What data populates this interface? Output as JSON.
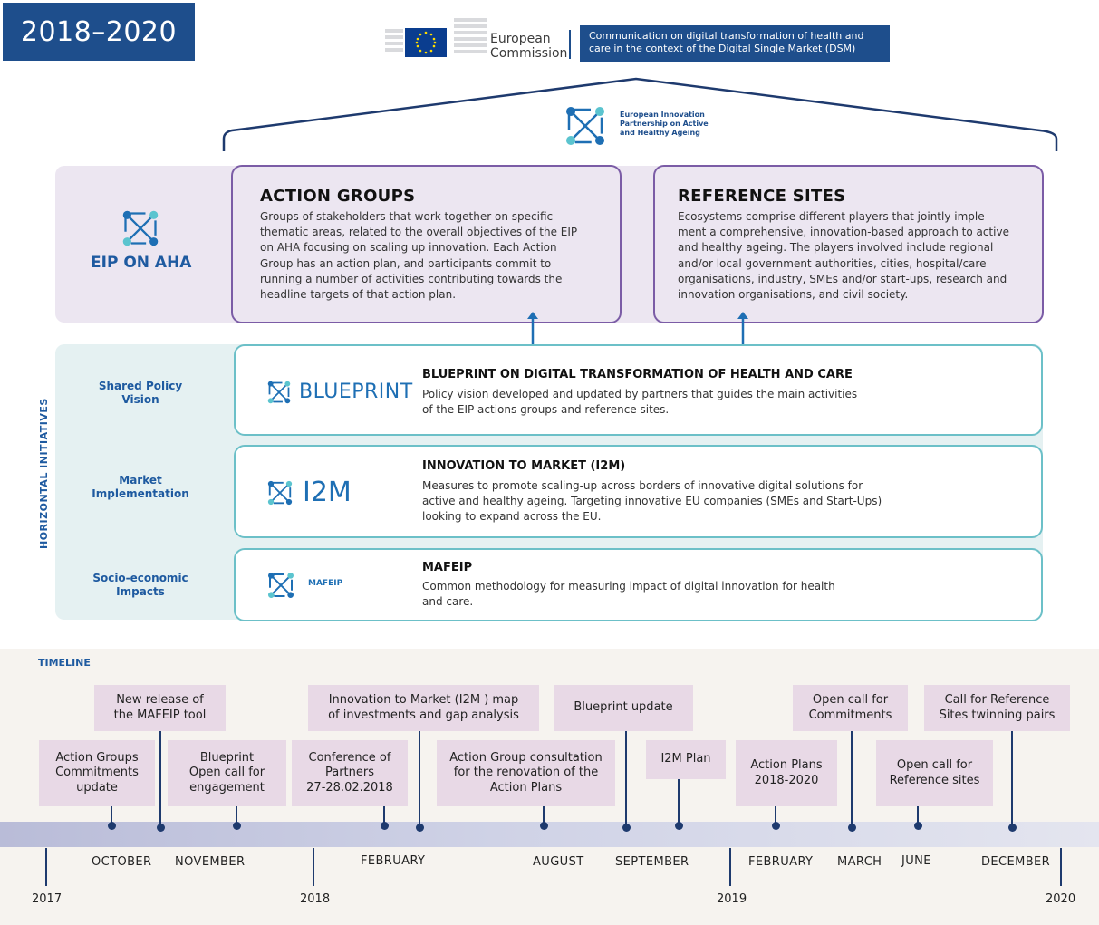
{
  "header": {
    "period": "2018–2020",
    "ec_name_line1": "European",
    "ec_name_line2": "Commission",
    "communication_line1": "Communication on digital transformation of health and",
    "communication_line2": "care in the context of the Digital Single Market (DSM)"
  },
  "eip_top": {
    "line1": "European Innovation",
    "line2": "Partnership on Active",
    "line3": "and Healthy Ageing"
  },
  "eip_left": {
    "label": "EIP ON AHA"
  },
  "action_groups": {
    "title": "ACTION GROUPS",
    "lines": [
      "Groups of stakeholders that work together on specific",
      "thematic areas, related to the overall objectives of the EIP",
      "on AHA focusing on scaling up innovation. Each Action",
      "Group has an action plan, and participants commit to",
      "running a number of activities contributing towards the",
      "headline targets of that action plan."
    ]
  },
  "reference_sites": {
    "title": "REFERENCE SITES",
    "lines": [
      "Ecosystems comprise different players that jointly imple-",
      "ment a comprehensive, innovation-based approach to active",
      "and healthy ageing. The players involved include regional",
      "and/or local government authorities, cities, hospital/care",
      "organisations, industry, SMEs and/or start-ups, research and",
      "innovation organisations, and civil society."
    ]
  },
  "horizontal": {
    "label": "HORIZONTAL INITIATIVES",
    "rows": [
      {
        "side_line1": "Shared Policy",
        "side_line2": "Vision",
        "logo": "BLUEPRINT",
        "title": "BLUEPRINT ON DIGITAL TRANSFORMATION OF HEALTH AND CARE",
        "line1": "Policy vision developed and updated by partners that guides the main activities",
        "line2": "of the EIP actions groups and reference sites.",
        "line3": ""
      },
      {
        "side_line1": "Market",
        "side_line2": "Implementation",
        "logo": "I2M",
        "title": "INNOVATION TO MARKET (I2M)",
        "line1": "Measures to promote scaling-up across borders of innovative digital solutions for",
        "line2": "active and healthy ageing. Targeting innovative EU companies (SMEs and Start-Ups)",
        "line3": "looking to expand across the EU."
      },
      {
        "side_line1": "Socio-economic",
        "side_line2": "Impacts",
        "logo": "MAFEIP",
        "title": "MAFEIP",
        "line1": "Common methodology for measuring impact of digital innovation for health",
        "line2": "and care.",
        "line3": ""
      }
    ]
  },
  "timeline": {
    "title": "TIMELINE",
    "events": [
      {
        "l1": "New release of",
        "l2": "the MAFEIP tool",
        "l3": ""
      },
      {
        "l1": "Action Groups",
        "l2": "Commitments",
        "l3": "update"
      },
      {
        "l1": "Blueprint",
        "l2": "Open call for",
        "l3": "engagement"
      },
      {
        "l1": "Conference of",
        "l2": "Partners",
        "l3": "27-28.02.2018"
      },
      {
        "l1": "Innovation to Market (I2M ) map",
        "l2": "of investments and gap analysis",
        "l3": ""
      },
      {
        "l1": "Action Group consultation",
        "l2": "for the renovation of the",
        "l3": "Action Plans"
      },
      {
        "l1": "Blueprint update",
        "l2": "",
        "l3": ""
      },
      {
        "l1": "I2M Plan",
        "l2": "",
        "l3": ""
      },
      {
        "l1": "Action Plans",
        "l2": "2018-2020",
        "l3": ""
      },
      {
        "l1": "Open call for",
        "l2": "Commitments",
        "l3": ""
      },
      {
        "l1": "Open call for",
        "l2": "Reference sites",
        "l3": ""
      },
      {
        "l1": "Call for Reference",
        "l2": "Sites twinning pairs",
        "l3": ""
      }
    ],
    "months": [
      "OCTOBER",
      "NOVEMBER",
      "FEBRUARY",
      "AUGUST",
      "SEPTEMBER",
      "FEBRUARY",
      "MARCH",
      "JUNE",
      "DECEMBER"
    ],
    "years": [
      "2017",
      "2018",
      "2019",
      "2020"
    ]
  },
  "colors": {
    "brand_blue": "#1e4e8c",
    "purple_border": "#7b5ca6",
    "teal_border": "#6cc0c8",
    "event_pink": "#e8d9e6"
  }
}
